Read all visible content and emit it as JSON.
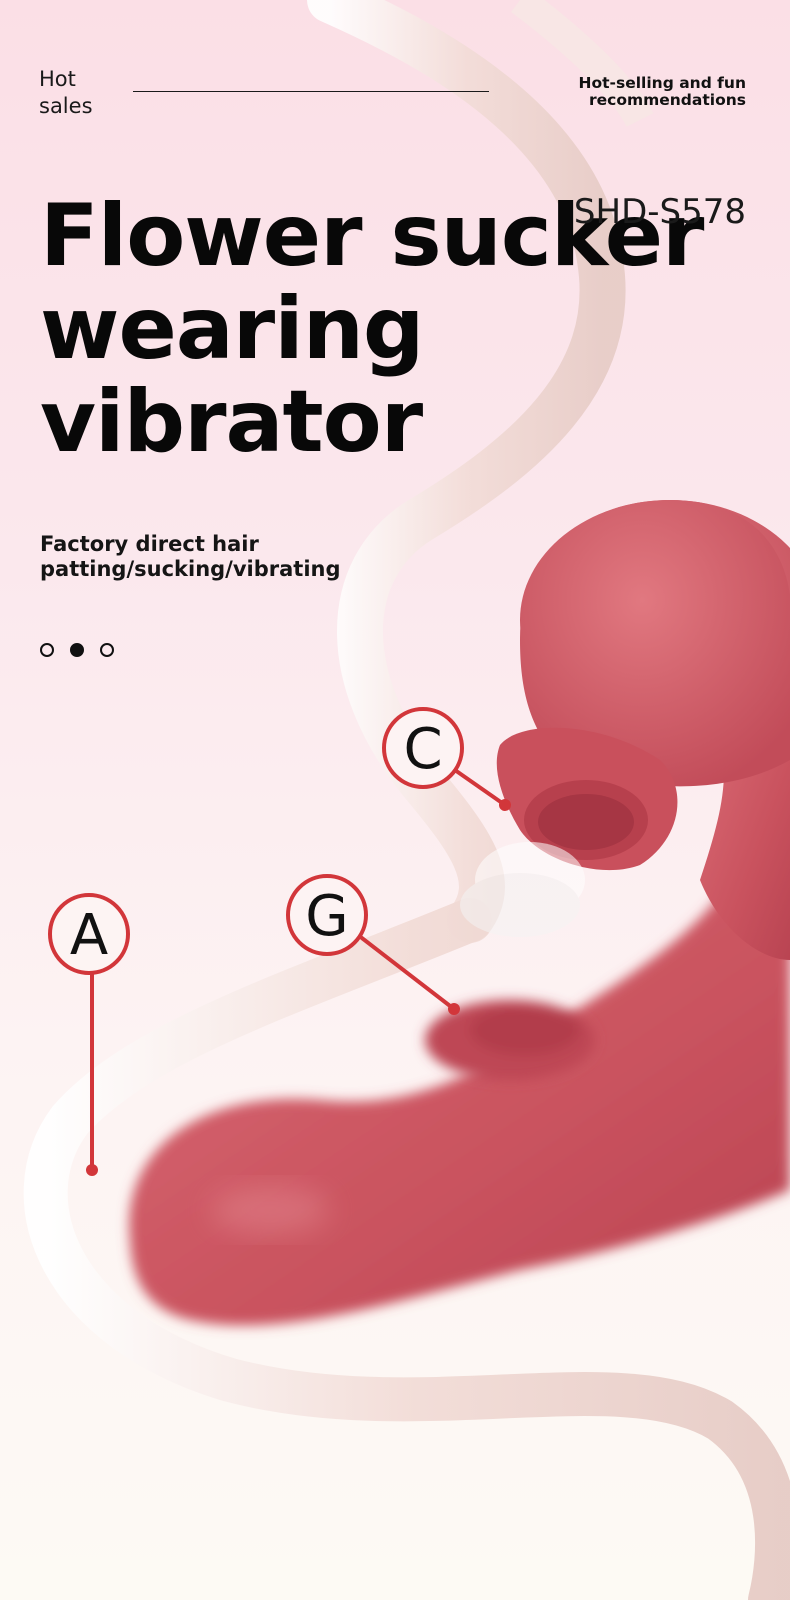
{
  "header": {
    "tag": "Hot sales",
    "right_line1": "Hot-selling and fun",
    "right_line2": "recommendations"
  },
  "product": {
    "model": "SHD-S578",
    "title_line1": "Flower sucker",
    "title_line2": "wearing",
    "title_line3": "vibrator",
    "subtitle_line1": "Factory direct hair",
    "subtitle_line2": "patting/sucking/vibrating"
  },
  "carousel": {
    "count": 3,
    "active_index": 1
  },
  "callouts": {
    "c": "C",
    "g": "G",
    "a": "A"
  },
  "colors": {
    "accent_red": "#d2363a",
    "product_red": "#cf5a66",
    "ribbon": "#f3e3df"
  }
}
